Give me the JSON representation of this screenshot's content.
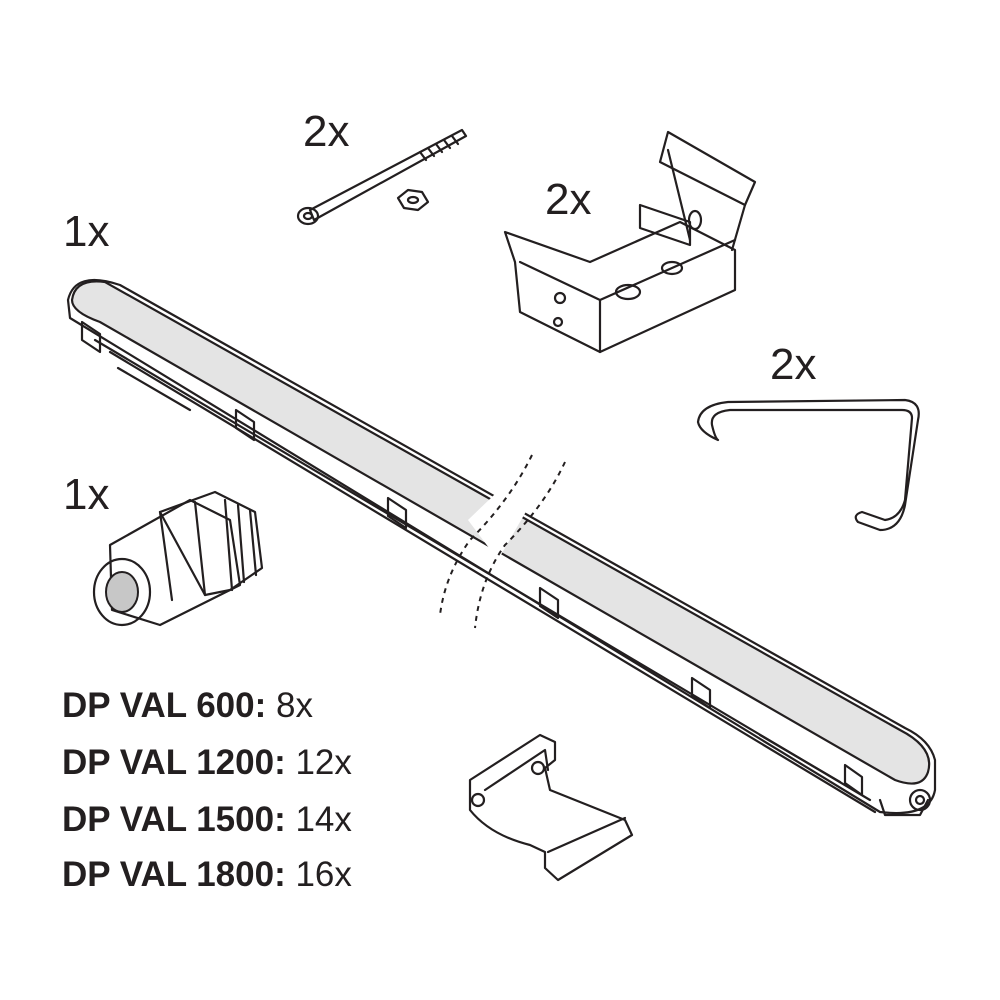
{
  "parts": {
    "luminaire_qty": "1x",
    "screw_qty": "2x",
    "bracket_qty": "2x",
    "wire_hook_qty": "2x",
    "cable_gland_qty": "1x"
  },
  "clip_table": [
    {
      "model": "DP VAL 600:",
      "count": "8x"
    },
    {
      "model": "DP VAL 1200:",
      "count": "12x"
    },
    {
      "model": "DP VAL 1500:",
      "count": "14x"
    },
    {
      "model": "DP VAL 1800:",
      "count": "16x"
    }
  ],
  "colors": {
    "line": "#231f20",
    "diffuser": "#e4e4e4",
    "gland_hole": "#c7c7c7"
  }
}
